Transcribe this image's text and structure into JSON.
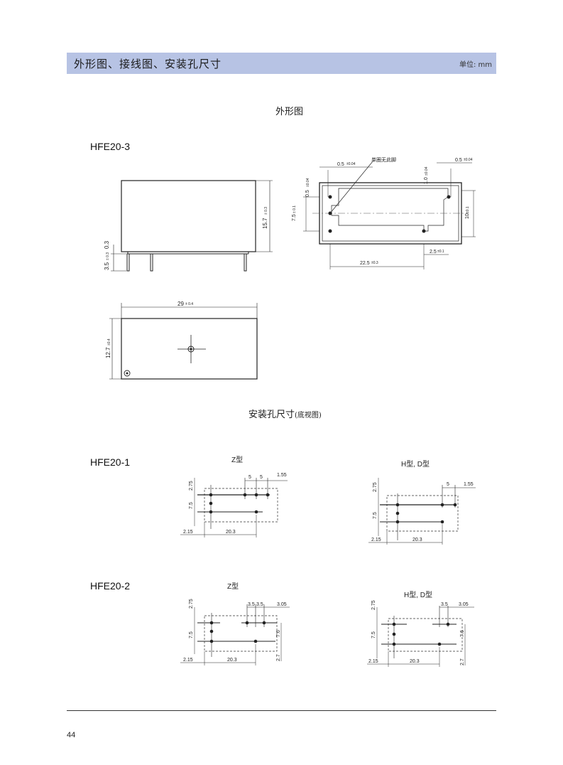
{
  "header": {
    "title": "外形图、接线图、安装孔尺寸",
    "unit": "单位: mm"
  },
  "sections": {
    "outline_title": "外形图",
    "mounting_title": "安装孔尺寸",
    "mounting_subtitle": "(底视图)"
  },
  "models": {
    "hfe20_3": "HFE20-3",
    "hfe20_1": "HFE20-1",
    "hfe20_2": "HFE20-2"
  },
  "dims": {
    "side": {
      "height": "15.7",
      "height_tol": "± 0.3",
      "pin_len": "3.5",
      "pin_tol": "± 0.3",
      "pin_off": "0.3"
    },
    "top": {
      "length": "29",
      "length_tol": "± 0.4",
      "width": "12.7",
      "width_tol": "±0.4"
    },
    "bottom": {
      "note": "单圈无此脚",
      "d1": "0.5",
      "d1_tol": "±0.04",
      "d2": "0.5",
      "d2_tol": "±0.04",
      "d3": "0.5",
      "d3_tol": "±0.04",
      "d4": "1.0",
      "d4_tol": "±0.04",
      "d5": "7.5",
      "d5_tol": "± 0.1",
      "d6": "10",
      "d6_tol": "±0.1",
      "d7": "22.5",
      "d7_tol": "±0.3",
      "d8": "2.5",
      "d8_tol": "±0.1"
    }
  },
  "holes": {
    "z_type": "Z型",
    "hd_type": "H型, D型",
    "z1": {
      "a": "2.75",
      "b": "7.5",
      "c": "5",
      "d": "5",
      "e": "1.55",
      "f": "2.15",
      "g": "20.3"
    },
    "hd1": {
      "a": "2.75",
      "b": "7.5",
      "c": "5",
      "e": "1.55",
      "f": "2.15",
      "g": "20.3"
    },
    "z2": {
      "a": "2.75",
      "b": "7.5",
      "c": "3.5",
      "d": "3.5",
      "e": "3.05",
      "f": "2.15",
      "g": "20.3",
      "h": "7.6",
      "i": "2.7"
    },
    "hd2": {
      "a": "2.75",
      "b": "7.5",
      "c": "3.5",
      "e": "3.05",
      "f": "2.15",
      "g": "20.3",
      "h": "7.6",
      "i": "2.7"
    }
  },
  "footer": {
    "page": "44"
  }
}
